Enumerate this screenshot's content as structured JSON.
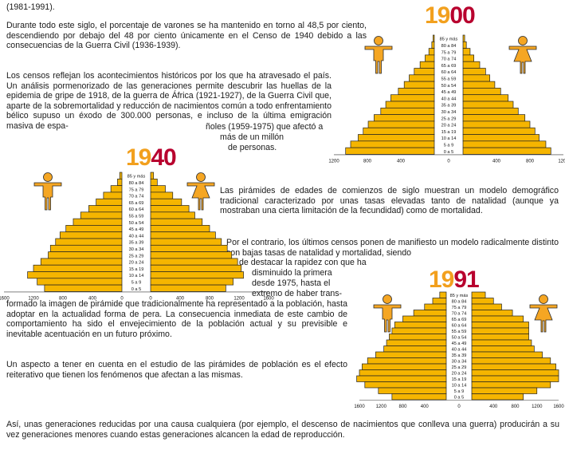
{
  "text": {
    "p0": "(1981-1991).",
    "p1": "Durante todo este siglo, el porcentaje de varones se ha mantenido en torno al 48,5 por ciento, descendiendo por debajo del 48 por ciento únicamente en el Censo de 1940 debido a las consecuencias de la Guerra Civil (1936-1939).",
    "p2a": "Los censos reflejan los acontecimientos históricos por los que ha atravesado el país. Un análisis pormenorizado de las generaciones permite descubrir las huellas de la epidemia de gripe de 1918, de la guerra de África (1921-1927), de la Guerra Civil que, aparte de la sobremortalidad y reducción de nacimientos común a todo enfrentamiento bélico supuso un éxodo de 300.000 personas, e incluso de la última emigración masiva de espa-",
    "p2b": "ñoles (1959-1975) que afectó a",
    "p2c": "más de un millón",
    "p2d": "de personas.",
    "p3": "Las pirámides de edades de comienzos de siglo muestran un modelo demográfico tradicional caracterizado por unas tasas elevadas tanto de natalidad (aunque ya mostraban una cierta limitación de la fecundidad) como de mortalidad.",
    "p4a": "Por el contrario, los últimos censos ponen de manifiesto un modelo radicalmente distinto con bajas tasas de natalidad y mortalidad, siendo",
    "p4b": "de destacar la rapidez con que ha",
    "p4c": "disminuido la primera",
    "p4d": "desde 1975, hasta el",
    "p4e": "extremo de haber trans-",
    "p5": "formado la imagen de pirámide que tradicionalmente ha representado a la población, hasta adoptar en la actualidad forma de pera. La consecuencia inmediata de este cambio de comportamiento ha sido el envejecimiento de la población actual y su previsible e inevitable acentuación en un futuro próximo.",
    "p6": "Un aspecto a tener en cuenta en el estudio de las pirámides de población es el efecto reiterativo que tienen los fenómenos que afectan a las mismas.",
    "p7": "Así, unas generaciones reducidas por una causa cualquiera (por ejemplo, el descenso de nacimientos que conlleva una guerra) producirán a su vez generaciones menores cuando estas generaciones alcancen la edad de reproducción."
  },
  "colors": {
    "bar": "#f5b500",
    "bar_edge": "#222222",
    "year_light": "#f2a01e",
    "year_dark": "#b8002e",
    "figure": "#f5a623"
  },
  "icons": [
    "male-figure-icon",
    "female-figure-icon"
  ],
  "chart_data": [
    {
      "type": "bar",
      "title_parts": [
        "19",
        "00"
      ],
      "categories": [
        "85 y más",
        "80 a 84",
        "75 a 79",
        "70 a 74",
        "65 a 69",
        "60 a 64",
        "55 a 59",
        "50 a 54",
        "45 a 49",
        "40 a 44",
        "35 a 39",
        "30 a 34",
        "25 a 29",
        "20 a 24",
        "15 a 19",
        "10 a 14",
        "5 a 9",
        "0 a 5"
      ],
      "series": [
        {
          "name": "",
          "values": [
            15,
            30,
            65,
            110,
            170,
            240,
            300,
            360,
            430,
            520,
            580,
            640,
            720,
            790,
            850,
            910,
            1000,
            1060
          ]
        },
        {
          "name": "",
          "values": [
            20,
            40,
            85,
            130,
            200,
            270,
            320,
            380,
            450,
            540,
            600,
            660,
            740,
            800,
            860,
            910,
            990,
            1050
          ]
        }
      ],
      "xticks": [
        "1200",
        "800",
        "400",
        "0",
        "400",
        "800",
        "1200"
      ],
      "xlim": [
        -1200,
        1200
      ]
    },
    {
      "type": "bar",
      "title_parts": [
        "19",
        "40"
      ],
      "categories": [
        "85 y más",
        "80 a 84",
        "75 a 79",
        "70 a 74",
        "65 a 69",
        "60 a 64",
        "55 a 59",
        "50 a 54",
        "45 a 49",
        "40 a 44",
        "35 a 39",
        "30 a 34",
        "25 a 29",
        "20 a 24",
        "15 a 19",
        "10 a 14",
        "5 a 9",
        "0 a 5"
      ],
      "series": [
        {
          "name": "",
          "values": [
            30,
            60,
            150,
            250,
            350,
            450,
            560,
            660,
            760,
            840,
            900,
            970,
            1000,
            1100,
            1200,
            1280,
            1150,
            1050
          ]
        },
        {
          "name": "",
          "values": [
            40,
            90,
            200,
            300,
            420,
            520,
            600,
            700,
            800,
            880,
            960,
            1040,
            1100,
            1180,
            1230,
            1260,
            1120,
            1020
          ]
        }
      ],
      "xticks": [
        "1600",
        "1200",
        "800",
        "400",
        "0",
        "0",
        "400",
        "800",
        "1200",
        "1600"
      ],
      "xlim": [
        -1600,
        1600
      ]
    },
    {
      "type": "bar",
      "title_parts": [
        "19",
        "91"
      ],
      "categories": [
        "85 y más",
        "80 a 84",
        "75 a 79",
        "70 a 74",
        "65 a 69",
        "60 a 64",
        "55 a 59",
        "50 a 54",
        "45 a 49",
        "40 a 44",
        "35 a 39",
        "30 a 34",
        "25 a 29",
        "20 a 24",
        "15 a 19",
        "10 a 14",
        "5 a 9",
        "0 a 5"
      ],
      "series": [
        {
          "name": "",
          "values": [
            120,
            250,
            400,
            600,
            800,
            950,
            1000,
            1050,
            1100,
            1150,
            1300,
            1450,
            1550,
            1600,
            1650,
            1500,
            1250,
            1000
          ]
        },
        {
          "name": "",
          "values": [
            250,
            400,
            550,
            750,
            950,
            1050,
            1050,
            1050,
            1100,
            1150,
            1300,
            1450,
            1550,
            1600,
            1600,
            1450,
            1200,
            950
          ]
        }
      ],
      "xticks": [
        "1600",
        "1200",
        "800",
        "400",
        "0",
        "400",
        "800",
        "1200",
        "1600"
      ],
      "xlim": [
        -1600,
        1600
      ]
    }
  ]
}
